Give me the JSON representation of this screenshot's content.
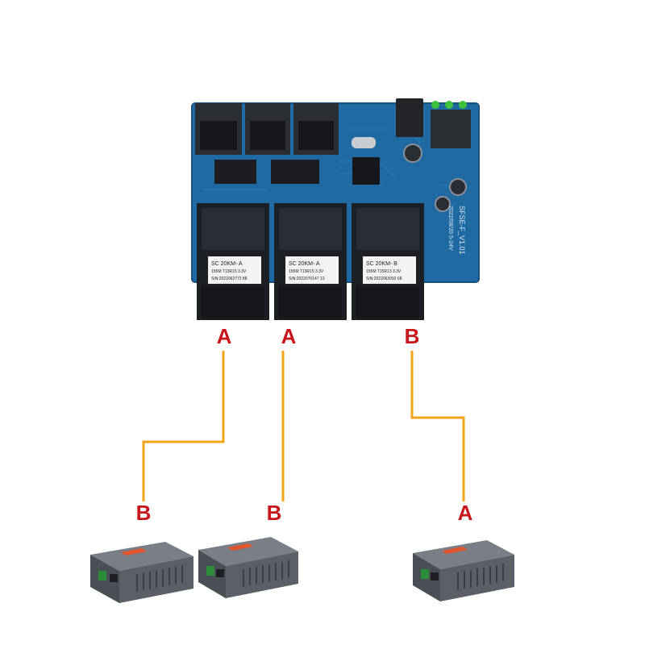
{
  "colors": {
    "pcb": "#1f6aa3",
    "pcb_dark": "#17507d",
    "cable": "#f2a51b",
    "letter": "#c8161d",
    "module": "#1c1f24",
    "converter_body": "#5b6068",
    "converter_label": "#e0552b"
  },
  "board": {
    "silkscreen_version": "SFSE-F_V1.01",
    "silkscreen_date": "2022/08/20 5-24V",
    "modules": [
      {
        "line1": "SC   20KM- A",
        "line2": "155M  T13R15  3.3V",
        "line3": "S/N:2022062772 88"
      },
      {
        "line1": "SC   20KM- A",
        "line2": "155M  T13R15  3.3V",
        "line3": "S/N:2022070147 13"
      },
      {
        "line1": "SC   20KM- B",
        "line2": "155M  T15R13  3.3V",
        "line3": "S/N:2022063092 68"
      }
    ]
  },
  "ports": {
    "top": [
      "A",
      "A",
      "B"
    ],
    "bottom": [
      "B",
      "B",
      "A"
    ]
  },
  "icons": {
    "board": "switch-board-icon",
    "converter": "media-converter-icon",
    "cable": "fiber-cable-icon"
  }
}
